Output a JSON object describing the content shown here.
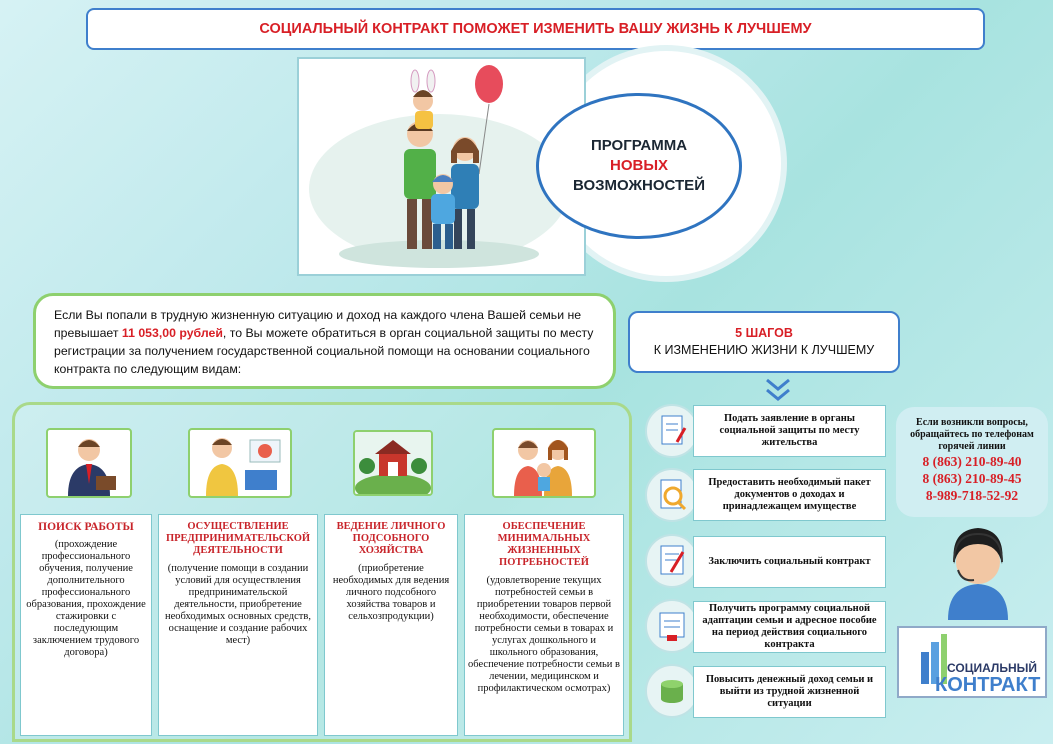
{
  "header": {
    "title": "СОЦИАЛЬНЫЙ КОНТРАКТ ПОМОЖЕТ ИЗМЕНИТЬ ВАШУ ЖИЗНЬ К ЛУЧШЕМУ"
  },
  "program": {
    "line1": "ПРОГРАММА",
    "line2": "НОВЫХ",
    "line3": "ВОЗМОЖНОСТЕЙ"
  },
  "intro": {
    "part1": "Если Вы попали в трудную жизненную ситуацию и доход на каждого члена Вашей семьи не превышает",
    "amount": "11 053,00  рублей",
    "part2": ", то Вы можете обратиться в орган социальной защиты по месту регистрации за получением государственной социальной помощи на основании социального контракта по следующим видам:"
  },
  "steps_header": {
    "count": "5 ШАГОВ",
    "text": "К ИЗМЕНЕНИЮ ЖИЗНИ К ЛУЧШЕМУ"
  },
  "types": [
    {
      "title": "ПОИСК РАБОТЫ",
      "desc": "(прохождение профессионального обучения, получение дополнительного профессионального образования, прохождение стажировки с последующим заключением трудового договора)",
      "icon": "job-search-icon"
    },
    {
      "title": "ОСУЩЕСТВЛЕНИЕ ПРЕДПРИНИМАТЕЛЬСКОЙ ДЕЯТЕЛЬНОСТИ",
      "desc": "(получение помощи в создании условий для осуществления предпринимательской деятельности, приобретение необходимых основных средств, оснащение и создание рабочих мест)",
      "icon": "business-icon"
    },
    {
      "title": "ВЕДЕНИЕ ЛИЧНОГО ПОДСОБНОГО ХОЗЯЙСТВА",
      "desc": "(приобретение необходимых для ведения личного подсобного хозяйства товаров и сельхозпродукции)",
      "icon": "farm-icon"
    },
    {
      "title": "ОБЕСПЕЧЕНИЕ МИНИМАЛЬНЫХ ЖИЗНЕННЫХ ПОТРЕБНОСТЕЙ",
      "desc": "(удовлетворение текущих потребностей семьи в приобретении товаров первой необходимости, обеспечение потребности семьи в товарах и услугах дошкольного и школьного образования, обеспечение потребности семьи в лечении, медицинском и профилактическом осмотрах)",
      "icon": "family-icon"
    }
  ],
  "steps": [
    {
      "text": "Подать заявление в органы социальной защиты по месту жительства",
      "icon": "application-icon"
    },
    {
      "text": "Предоставить необходимый пакет документов о доходах и принадлежащем имуществе",
      "icon": "documents-icon"
    },
    {
      "text": "Заключить социальный контракт",
      "icon": "contract-icon"
    },
    {
      "text": "Получить программу социальной адаптации семьи и адресное пособие на период действия социального контракта",
      "icon": "program-icon"
    },
    {
      "text": "Повысить денежный доход семьи и выйти из трудной жизненной ситуации",
      "icon": "money-icon"
    }
  ],
  "contact": {
    "question": "Если возникли вопросы, обращайтесь по телефонам горячей линии",
    "phones": [
      "8 (863) 210-89-40",
      "8 (863) 210-89-45",
      "8-989-718-52-92"
    ]
  },
  "logo": {
    "line1": "СОЦИАЛЬНЫЙ",
    "line2": "КОНТРАКТ"
  },
  "colors": {
    "accent_red": "#d81f26",
    "border_blue": "#3f7fcc",
    "border_green": "#8ed06e"
  }
}
